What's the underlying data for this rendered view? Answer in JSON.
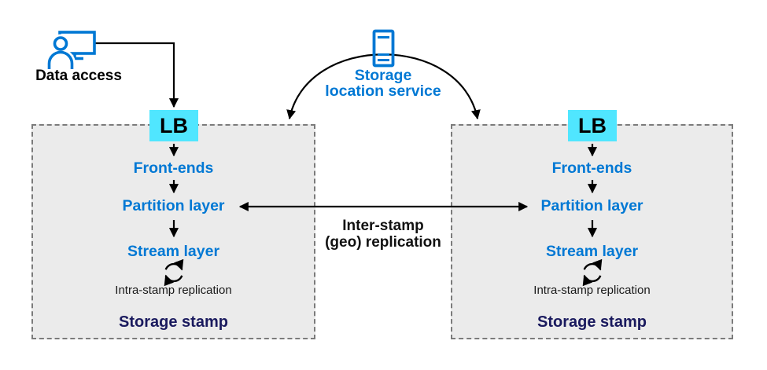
{
  "colors": {
    "accent_blue": "#0078D4",
    "lb_fill": "#50E6FF",
    "stamp_name_navy": "#1A1A5E",
    "stamp_fill": "#EBEBEB",
    "stamp_border": "#7B7B7B",
    "arrow_black": "#000000"
  },
  "icons": {
    "data_access": "person-at-monitor-icon",
    "storage_location_service": "server-icon",
    "intra_stamp": "sync-icon"
  },
  "data_access": {
    "label": "Data access"
  },
  "storage_location_service": {
    "label_line1": "Storage",
    "label_line2": "location service"
  },
  "inter_stamp": {
    "label_line1": "Inter-stamp",
    "label_line2": "(geo) replication"
  },
  "stamps": [
    {
      "lb_label": "LB",
      "front_ends_label": "Front-ends",
      "partition_label": "Partition layer",
      "stream_label": "Stream layer",
      "intra_label": "Intra-stamp replication",
      "name_label": "Storage stamp"
    },
    {
      "lb_label": "LB",
      "front_ends_label": "Front-ends",
      "partition_label": "Partition layer",
      "stream_label": "Stream layer",
      "intra_label": "Intra-stamp replication",
      "name_label": "Storage stamp"
    }
  ]
}
